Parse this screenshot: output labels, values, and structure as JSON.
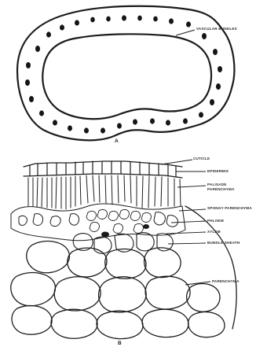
{
  "figure_a": {
    "letter": "A",
    "label_vascular_bundles": "VASCULAR BUNDLES"
  },
  "figure_b": {
    "letter": "B",
    "labels": {
      "cuticle": "CUTICLE",
      "epidermis": "EPIDERMIS",
      "palisade": "PALISADE PARENCHYMA",
      "spongy": "SPONGY PARENCHYMA",
      "phloem": "PHLOEM",
      "xylem": "XYLEM",
      "bundle_sheath": "BUNDLE SHEATH",
      "parenchyma": "PARENCHYMA"
    }
  }
}
